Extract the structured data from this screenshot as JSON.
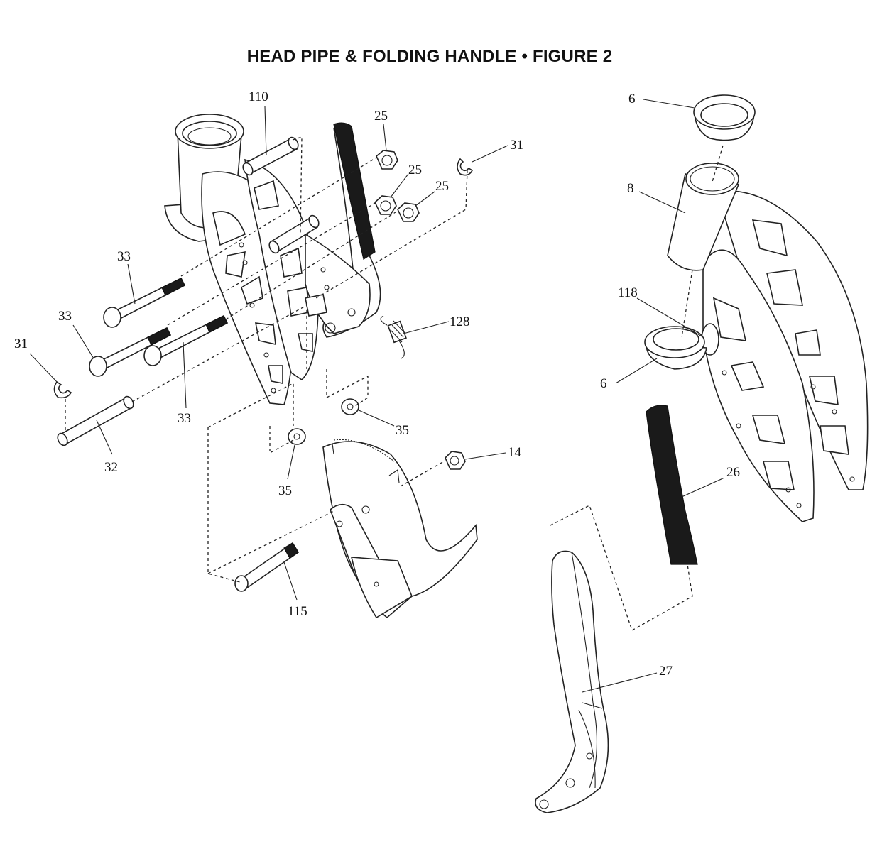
{
  "title": "HEAD PIPE & FOLDING HANDLE  •  FIGURE 2",
  "callouts": [
    "110",
    "25",
    "25",
    "25",
    "31",
    "33",
    "33",
    "33",
    "31",
    "32",
    "128",
    "35",
    "35",
    "14",
    "115",
    "6",
    "8",
    "118",
    "6",
    "26",
    "27"
  ]
}
